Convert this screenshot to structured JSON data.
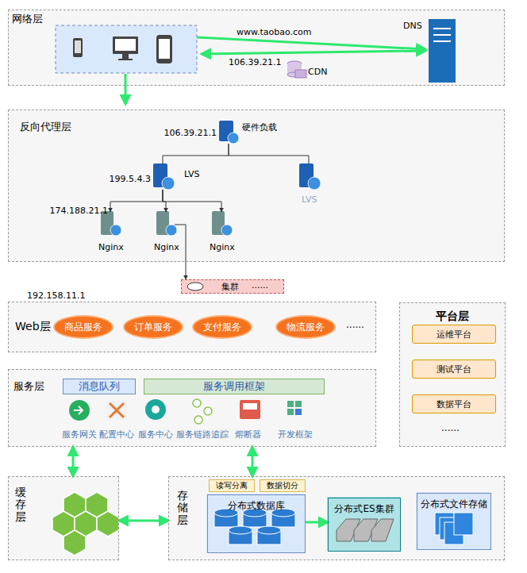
{
  "diagram": {
    "nodes": [
      {
        "text": [
          "网络层"
        ]
      },
      {
        "text": [
          "反向代理层"
        ]
      },
      {
        "text": [
          "106.39.21.1",
          "硬件负载"
        ],
        "in": 1
      },
      {
        "text": [
          "199.5.4.3",
          "LVS"
        ],
        "in": 1
      },
      {
        "text": [
          "LVS"
        ],
        "in": 1
      },
      {
        "text": [
          "174.188.21.1",
          "Nginx"
        ],
        "in": 1
      },
      {
        "text": [
          "Nginx"
        ],
        "in": 1
      },
      {
        "text": [
          "Nginx"
        ],
        "in": 1
      },
      {
        "text": [
          "集群",
          "......"
        ]
      },
      {
        "text": [
          "Web层"
        ]
      },
      {
        "text": [
          "商品服务"
        ],
        "in": 9
      },
      {
        "text": [
          "订单服务"
        ],
        "in": 9
      },
      {
        "text": [
          "支付服务"
        ],
        "in": 9
      },
      {
        "text": [
          "物流服务"
        ],
        "in": 9
      },
      {
        "text": [
          "平台层"
        ]
      },
      {
        "text": [
          "运维平台"
        ],
        "in": 14
      },
      {
        "text": [
          "测试平台"
        ],
        "in": 14
      },
      {
        "text": [
          "数据平台"
        ],
        "in": 14
      },
      {
        "text": [
          "服务层"
        ]
      },
      {
        "text": [
          "消息队列"
        ],
        "in": 18
      },
      {
        "text": [
          "服务调用框架"
        ],
        "in": 18
      },
      {
        "text": [
          "缓存层"
        ]
      },
      {
        "text": [
          "存储层"
        ]
      },
      {
        "text": [
          "读写分离"
        ],
        "in": 22
      },
      {
        "text": [
          "数据切分"
        ],
        "in": 22
      },
      {
        "text": [
          "分布式数据库"
        ],
        "in": 22
      },
      {
        "text": [
          "分布式ES集群"
        ],
        "in": 22
      },
      {
        "text": [
          "分布式文件存储"
        ],
        "in": 22
      }
    ],
    "edges": [
      {
        "from": 2,
        "to": 3,
        "arrow": "none"
      },
      {
        "from": 2,
        "to": 4,
        "arrow": "none"
      },
      {
        "from": 3,
        "to": 5,
        "arrow": "to"
      },
      {
        "from": 3,
        "to": 6,
        "arrow": "to"
      },
      {
        "from": 3,
        "to": 7,
        "arrow": "to"
      },
      {
        "from": 6,
        "to": 8,
        "arrow": "to"
      },
      {
        "from": 18,
        "to": 21,
        "arrow": "both"
      },
      {
        "from": 18,
        "to": 22,
        "arrow": "both"
      },
      {
        "from": 21,
        "to": 22,
        "arrow": "both"
      },
      {
        "from": 25,
        "to": 26,
        "arrow": "to"
      }
    ],
    "labels": [
      "DNS",
      "www.taobao.com",
      "106.39.21.1",
      "CDN",
      "192.158.11.1",
      "......",
      "......",
      "服务网关",
      "配置中心",
      "服务中心",
      "服务链路追踪",
      "熔断器",
      "开发框架"
    ]
  }
}
